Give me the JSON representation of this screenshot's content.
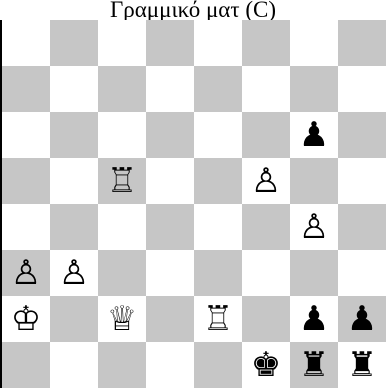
{
  "title": "Γραμμικό ματ (C)",
  "colors": {
    "light_square": "#ffffff",
    "dark_square": "#c6c6c6",
    "background": "#ffffff"
  },
  "board": [
    [
      "",
      "",
      "",
      "",
      "",
      "",
      "",
      ""
    ],
    [
      "",
      "",
      "",
      "",
      "",
      "",
      "",
      ""
    ],
    [
      "",
      "",
      "",
      "",
      "",
      "",
      "black-pawn",
      ""
    ],
    [
      "",
      "",
      "white-rook",
      "",
      "",
      "white-pawn",
      "",
      ""
    ],
    [
      "",
      "",
      "",
      "",
      "",
      "",
      "white-pawn",
      ""
    ],
    [
      "white-pawn",
      "white-pawn",
      "",
      "",
      "",
      "",
      "",
      ""
    ],
    [
      "white-king",
      "",
      "white-queen",
      "",
      "white-rook",
      "",
      "black-pawn",
      "black-pawn"
    ],
    [
      "",
      "",
      "",
      "",
      "",
      "black-king",
      "black-rook",
      "black-rook"
    ]
  ],
  "glyphs": {
    "white-king": "♔",
    "white-queen": "♕",
    "white-rook": "♖",
    "white-pawn": "♙",
    "black-king": "♚",
    "black-rook": "♜",
    "black-pawn": "♟"
  }
}
